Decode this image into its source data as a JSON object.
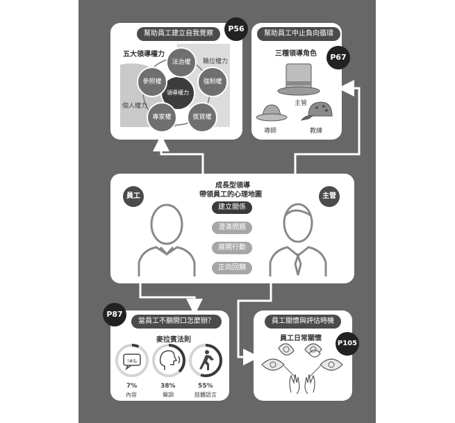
{
  "center": {
    "title1": "成長型領導",
    "title2": "帶領員工的心理地圖",
    "employee_label": "員工",
    "manager_label": "主管",
    "steps": [
      "建立關係",
      "澄清問題",
      "展開行動",
      "正向回饋"
    ]
  },
  "top_left": {
    "header": "幫助員工建立自我覺察",
    "page": "P56",
    "title": "五大領導權力",
    "outer_labels": {
      "positional": "職位權力",
      "personal": "個人權力"
    },
    "center_node": "領導權力",
    "nodes": [
      "法治權",
      "強制權",
      "獎賞權",
      "專家權",
      "參照權"
    ]
  },
  "top_right": {
    "header": "幫助員工中止負向循環",
    "page": "P67",
    "title": "三種領導角色",
    "roles": [
      "主管",
      "導師",
      "教練"
    ]
  },
  "bottom_left": {
    "header": "當員工不願開口怎麼辦？",
    "page": "P87",
    "title": "麥拉賓法則",
    "stats": [
      {
        "pct": "7%",
        "label": "內容",
        "value": 7,
        "icon": "speech-symbol-icon"
      },
      {
        "pct": "38%",
        "label": "聲調",
        "value": 38,
        "icon": "voice-head-icon"
      },
      {
        "pct": "55%",
        "label": "肢體語言",
        "value": 55,
        "icon": "walking-person-icon"
      }
    ]
  },
  "bottom_right": {
    "header": "員工關懷與評估時機",
    "page": "P105",
    "title": "員工日常關懷"
  },
  "colors": {
    "dark": "#4b4b4b",
    "background": "#676767",
    "step_active": "#3a3a3a",
    "step_inactive": "#a6a6a6"
  }
}
